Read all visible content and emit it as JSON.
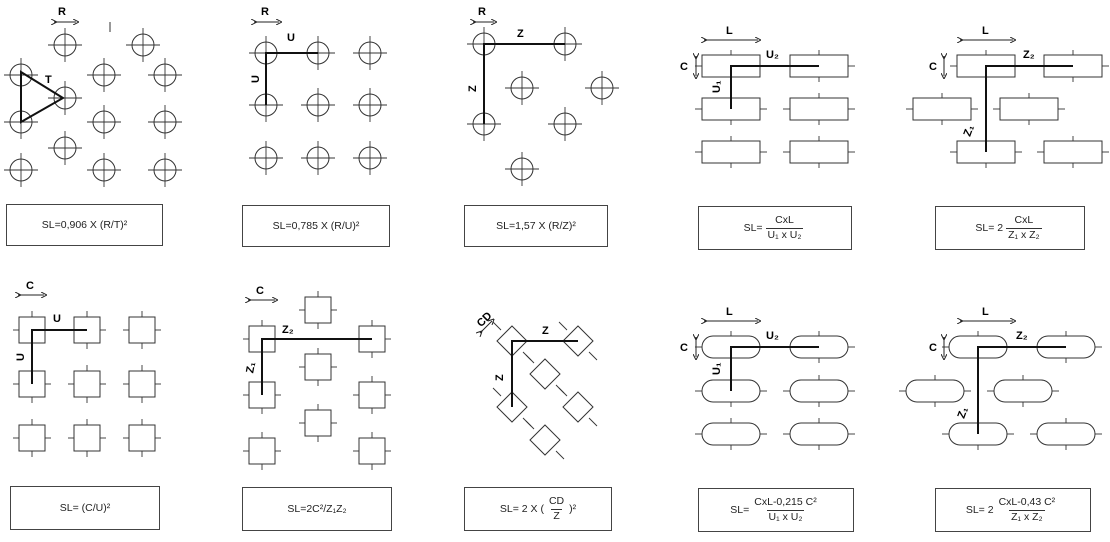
{
  "panels": {
    "p1": {
      "r_label": "R",
      "t_label": "T",
      "formula": "SL=0,906 X (R/T)²"
    },
    "p2": {
      "r_label": "R",
      "u_label": "U",
      "formula": "SL=0,785 X (R/U)²"
    },
    "p3": {
      "r_label": "R",
      "z_label": "Z",
      "formula": "SL=1,57 X (R/Z)²"
    },
    "p4": {
      "l_label": "L",
      "c_label": "C",
      "u2_label": "U₂",
      "u1_label": "U₁",
      "formula_prefix": "SL=",
      "formula_num": "CxL",
      "formula_den": "U₁ x U₂"
    },
    "p5": {
      "l_label": "L",
      "c_label": "C",
      "z2_label": "Z₂",
      "z1_label": "Z₁",
      "formula_prefix": "SL= 2",
      "formula_num": "CxL",
      "formula_den": "Z₁ x Z₂"
    },
    "p6": {
      "c_label": "C",
      "u_label": "U",
      "formula": "SL= (C/U)²"
    },
    "p7": {
      "c_label": "C",
      "z2_label": "Z₂",
      "z1_label": "Z₁",
      "formula": "SL=2C²/Z₁Z₂"
    },
    "p8": {
      "cd_label": "CD",
      "z_label": "Z",
      "formula_prefix": "SL= 2 X (",
      "formula_num": "CD",
      "formula_den": "Z",
      "formula_suffix": ")²"
    },
    "p9": {
      "l_label": "L",
      "c_label": "C",
      "u2_label": "U₂",
      "u1_label": "U₁",
      "formula_prefix": "SL=",
      "formula_num": "CxL-0,215 C²",
      "formula_den": "U₁ x U₂"
    },
    "p10": {
      "l_label": "L",
      "c_label": "C",
      "z2_label": "Z₂",
      "z1_label": "Z₁",
      "formula_prefix": "SL= 2",
      "formula_num": "CxL-0,43 C²",
      "formula_den": "Z₁ x Z₂"
    }
  }
}
